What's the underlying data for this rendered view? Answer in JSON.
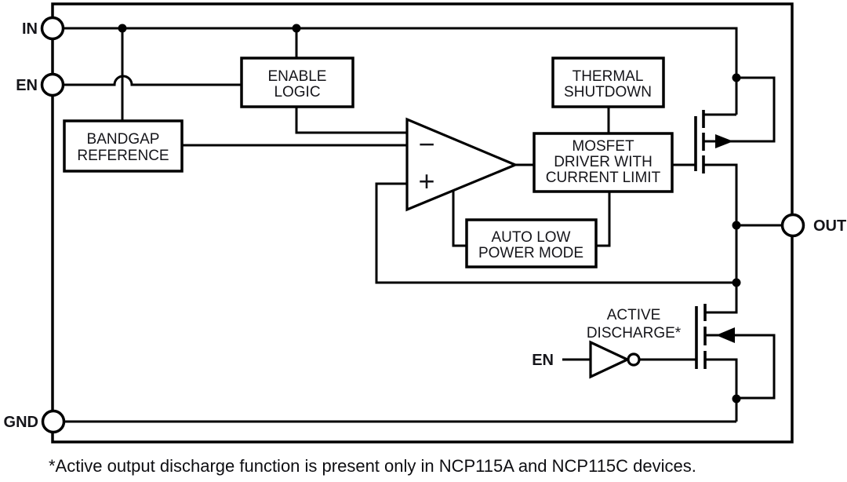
{
  "diagram": {
    "pins": {
      "in": "IN",
      "en": "EN",
      "gnd": "GND",
      "out": "OUT"
    },
    "blocks": {
      "enable_logic": {
        "lines": [
          "ENABLE",
          "LOGIC"
        ]
      },
      "bandgap_reference": {
        "lines": [
          "BANDGAP",
          "REFERENCE"
        ]
      },
      "thermal_shutdown": {
        "lines": [
          "THERMAL",
          "SHUTDOWN"
        ]
      },
      "mosfet_driver": {
        "lines": [
          "MOSFET",
          "DRIVER WITH",
          "CURRENT LIMIT"
        ]
      },
      "auto_low_power": {
        "lines": [
          "AUTO LOW",
          "POWER MODE"
        ]
      }
    },
    "error_amplifier": {
      "inverting_label": "−",
      "noninverting_label": "+"
    },
    "active_discharge": {
      "label_lines": [
        "ACTIVE",
        "DISCHARGE*"
      ],
      "inverter_input_label": "EN"
    },
    "colors": {
      "line": "#000000",
      "text": "#15151a",
      "background": "#ffffff"
    }
  },
  "footnote": "*Active output discharge function is present only in NCP115A and NCP115C devices."
}
